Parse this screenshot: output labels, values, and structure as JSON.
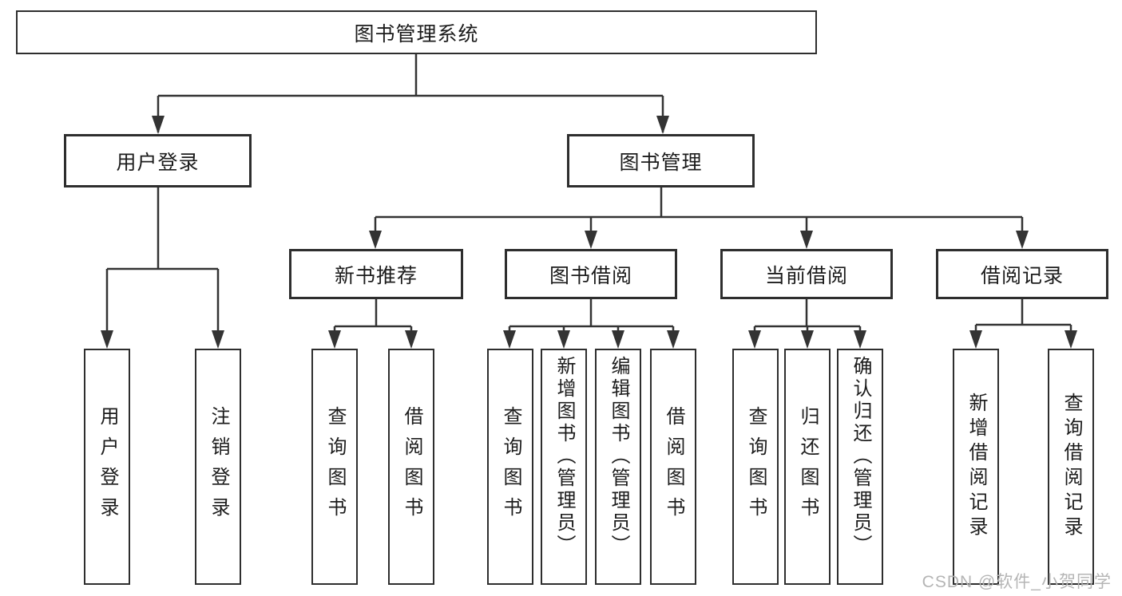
{
  "diagram": {
    "root": {
      "label": "图书管理系统"
    },
    "branches": [
      {
        "label": "用户登录",
        "children": [
          {
            "label": "用户登录"
          },
          {
            "label": "注销登录"
          }
        ]
      },
      {
        "label": "图书管理",
        "children": [
          {
            "label": "新书推荐",
            "children": [
              {
                "label": "查询图书"
              },
              {
                "label": "借阅图书"
              }
            ]
          },
          {
            "label": "图书借阅",
            "children": [
              {
                "label": "查询图书"
              },
              {
                "label": "新增图书（管理员）"
              },
              {
                "label": "编辑图书（管理员）"
              },
              {
                "label": "借阅图书"
              }
            ]
          },
          {
            "label": "当前借阅",
            "children": [
              {
                "label": "查询图书"
              },
              {
                "label": "归还图书"
              },
              {
                "label": "确认归还（管理员）"
              }
            ]
          },
          {
            "label": "借阅记录",
            "children": [
              {
                "label": "新增借阅记录"
              },
              {
                "label": "查询借阅记录"
              }
            ]
          }
        ]
      }
    ]
  },
  "watermark": {
    "text": "CSDN @软件_小贺同学",
    "color": "#b5b5b5"
  },
  "colors": {
    "line": "#333333",
    "box_border": "#2e2e2e",
    "text": "#1c1c1c",
    "background": "#ffffff",
    "watermark": "#b5b5b5"
  }
}
